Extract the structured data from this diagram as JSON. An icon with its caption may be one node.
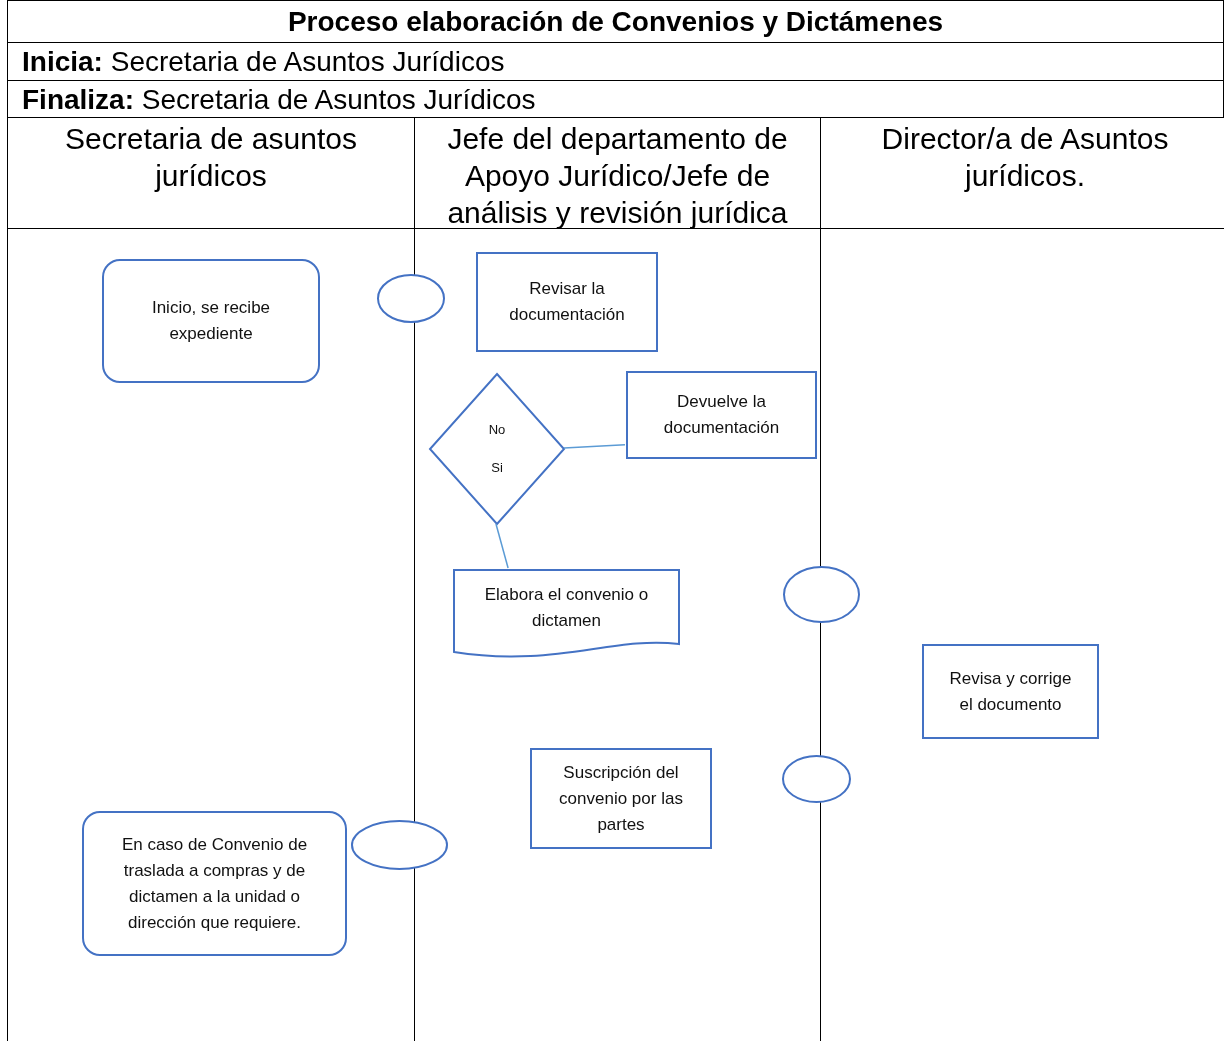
{
  "diagram": {
    "title": "Proceso elaboración de Convenios y Dictámenes",
    "nodes": [
      {
        "text": [
          "Secretaria de asuntos jurídicos"
        ]
      },
      {
        "text": [
          "Jefe del departamento de Apoyo Jurídico/Jefe de análisis y revisión jurídica"
        ]
      },
      {
        "text": [
          "Director/a de Asuntos jurídicos."
        ]
      },
      {
        "text": [],
        "shape": "circle"
      },
      {
        "text": [
          "Revisar la documentación"
        ],
        "in": 1
      },
      {
        "text": [
          "Inicio, se recibe expediente"
        ],
        "in": 0
      },
      {
        "text": [
          "No",
          "Si"
        ],
        "in": 1
      },
      {
        "text": [
          "Devuelve la documentación"
        ],
        "in": 1
      },
      {
        "text": [
          "Elabora el convenio o dictamen"
        ],
        "in": 1
      },
      {
        "text": [],
        "shape": "circle"
      },
      {
        "text": [
          "Revisa y corrige el documento"
        ],
        "in": 2
      },
      {
        "text": [
          "Suscripción del convenio por las partes"
        ],
        "in": 1
      },
      {
        "text": [],
        "shape": "circle"
      },
      {
        "text": [
          "En caso de Convenio de traslada a compras y de dictamen a la unidad o dirección que requiere."
        ],
        "in": 0
      },
      {
        "text": [],
        "shape": "circle"
      }
    ],
    "edges": [
      {
        "from": 6,
        "to": 7,
        "arrow": "none"
      },
      {
        "from": 6,
        "to": 8,
        "arrow": "none"
      }
    ],
    "labels": [
      "**Inicia:** Secretaria de Asuntos Jurídicos",
      "**Finaliza:** Secretaria de Asuntos Jurídicos"
    ]
  }
}
